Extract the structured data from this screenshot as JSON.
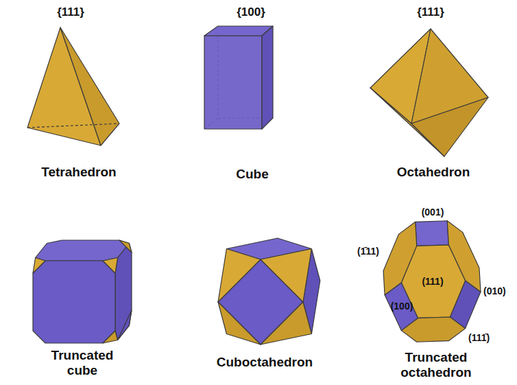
{
  "diagram": {
    "labels": [
      "{111}",
      "{100}",
      "{111}",
      "Tetrahedron",
      "Cube",
      "Octahedron",
      "Truncated cube",
      "Cuboctahedron",
      "Truncated octahedron",
      "(001)",
      "(1̄11)",
      "(111)",
      "(100)",
      "(010)",
      "(111̄)"
    ]
  }
}
